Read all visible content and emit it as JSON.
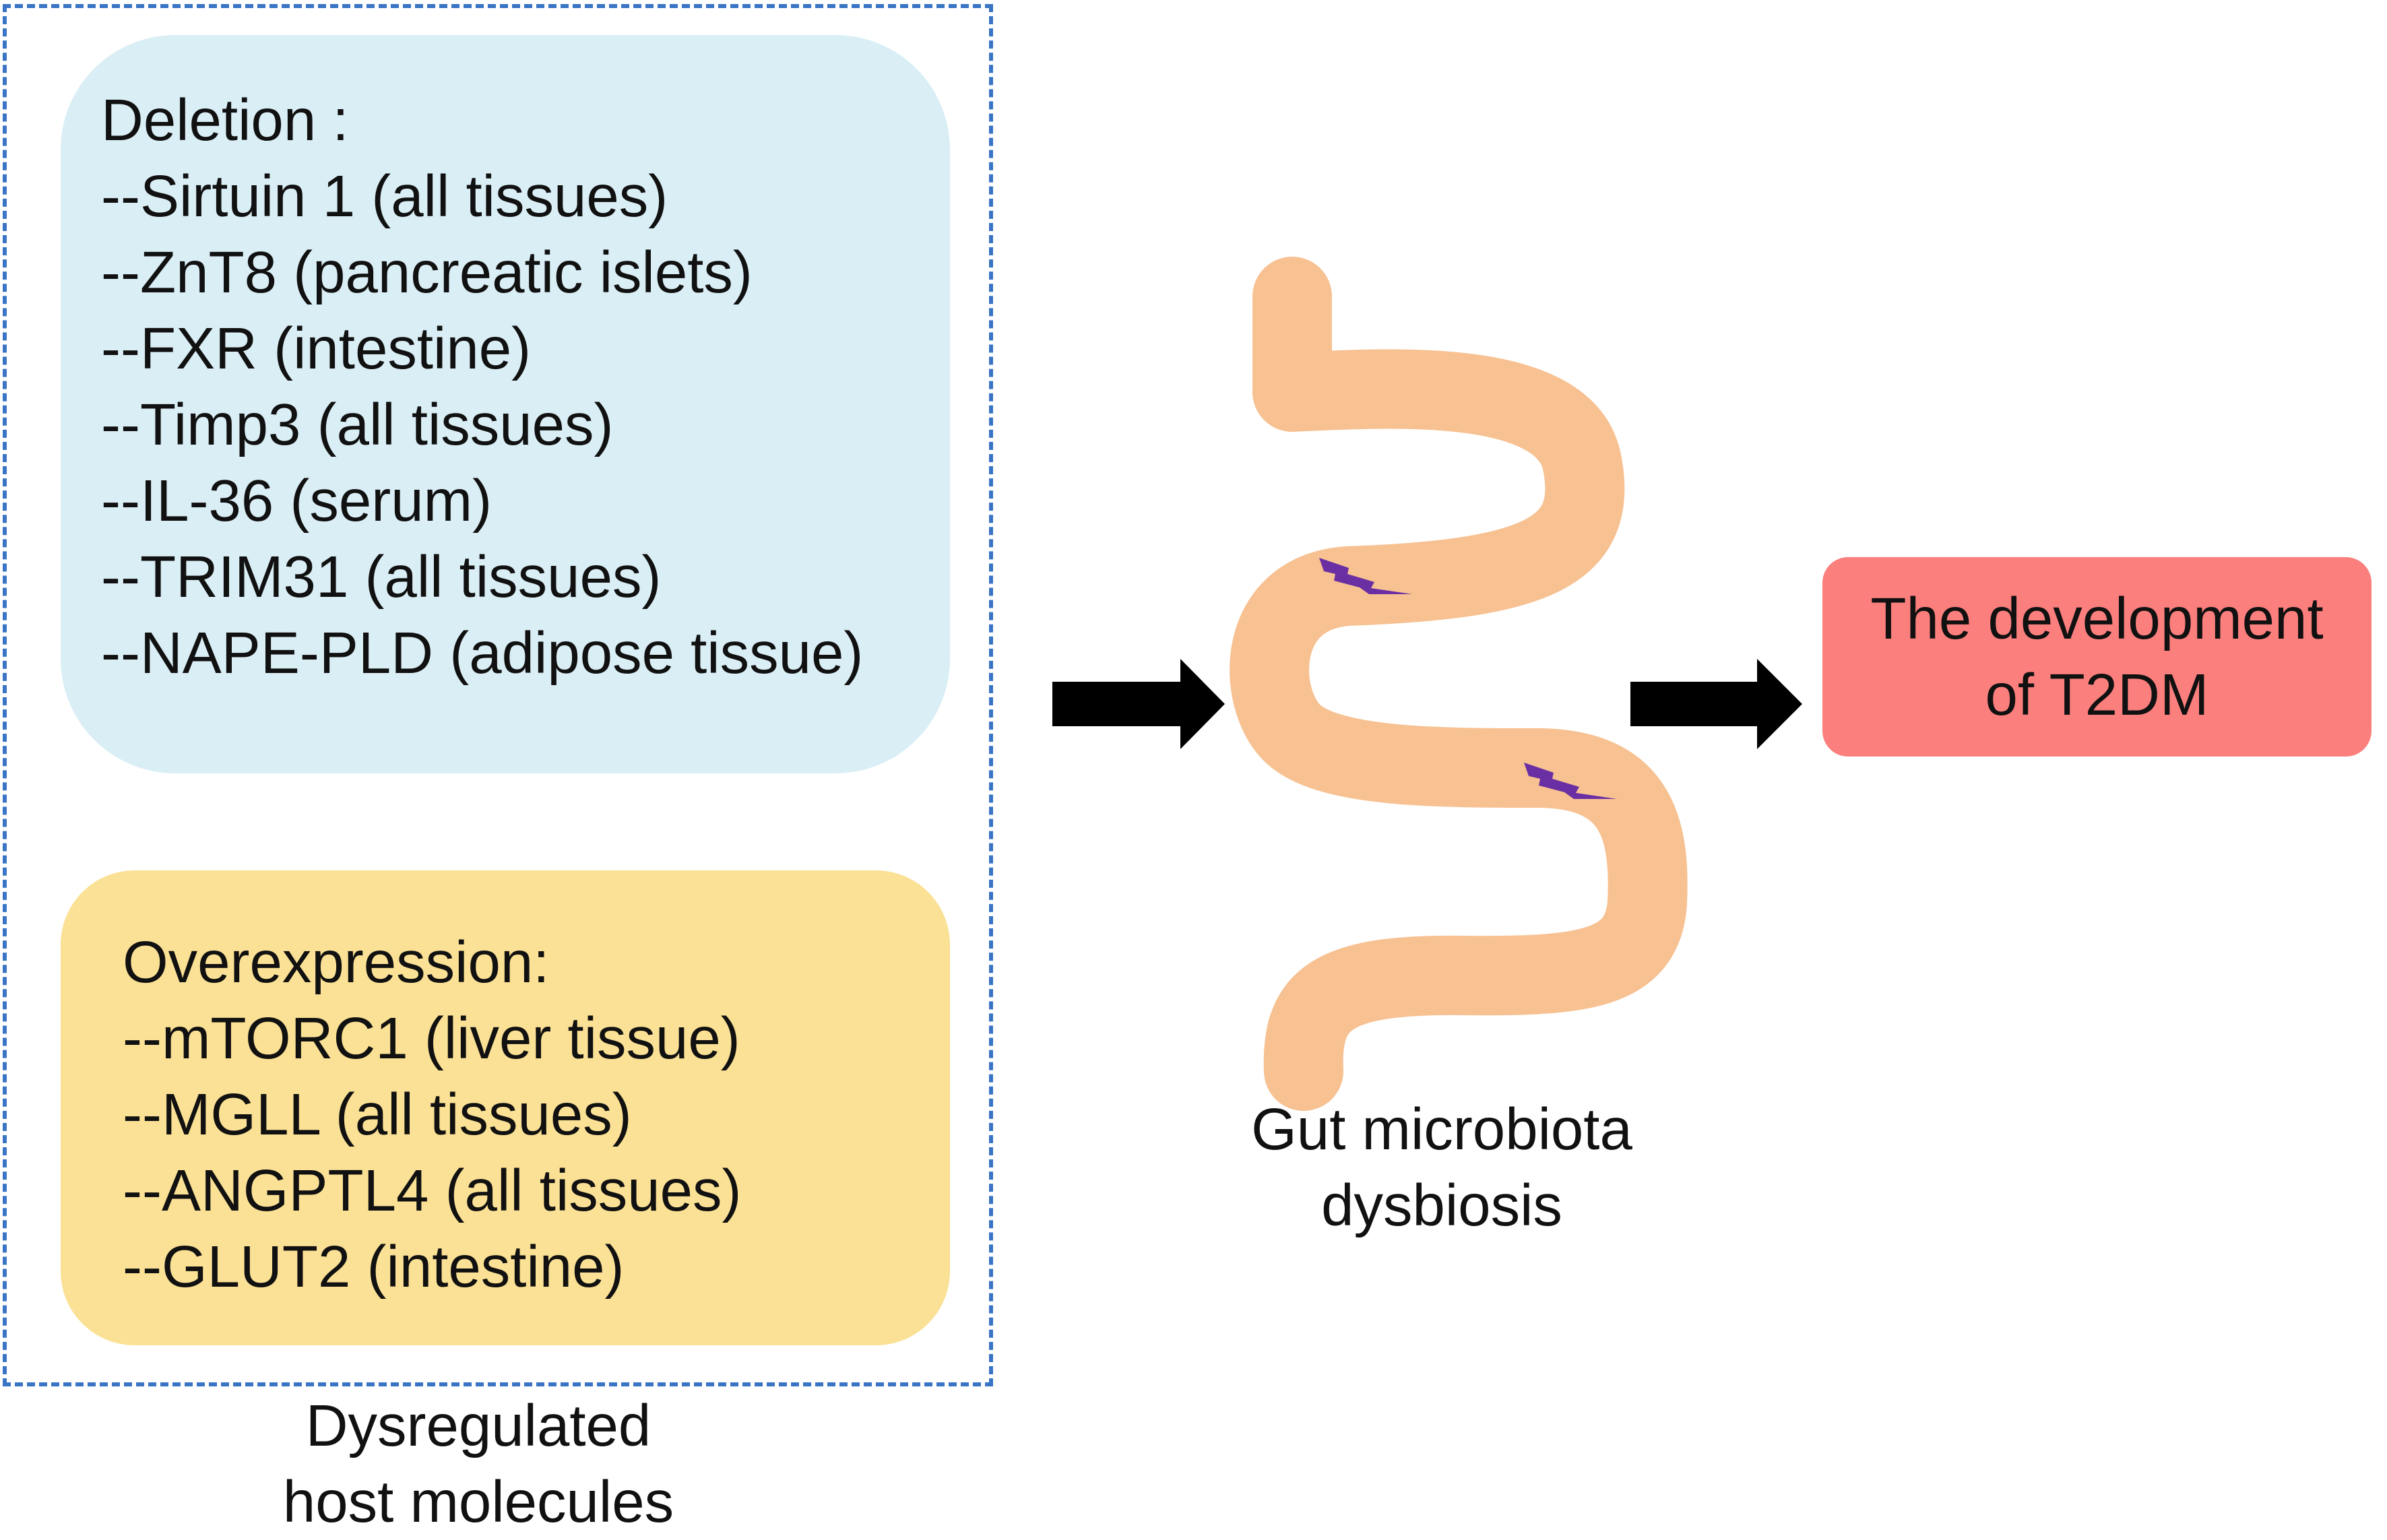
{
  "diagram": {
    "host_group": {
      "caption_lines": [
        "Dysregulated",
        "host molecules"
      ],
      "deletion_panel": {
        "color": "#daeef5",
        "lines": [
          "Deletion :",
          "--Sirtuin 1 (all tissues)",
          "--ZnT8 (pancreatic islets)",
          "--FXR (intestine)",
          "--Timp3 (all tissues)",
          "--IL-36 (serum)",
          "--TRIM31 (all tissues)",
          "--NAPE-PLD (adipose tissue)"
        ]
      },
      "overexpression_panel": {
        "color": "#fbe195",
        "lines": [
          "Overexpression:",
          "--mTORC1 (liver tissue)",
          "--MGLL (all tissues)",
          "--ANGPTL4 (all tissues)",
          "--GLUT2 (intestine)"
        ]
      },
      "frame_color": "#3a74c4"
    },
    "gut": {
      "icon": "intestine-icon",
      "color": "#f7c192",
      "damage_icon": "lightning-bolt-icon",
      "damage_color": "#6a2fa3",
      "caption_lines": [
        "Gut microbiota",
        "dysbiosis"
      ]
    },
    "outcome": {
      "color": "#fb7f7d",
      "lines": [
        "The development",
        "of T2DM"
      ]
    },
    "arrow_color": "#000000"
  }
}
